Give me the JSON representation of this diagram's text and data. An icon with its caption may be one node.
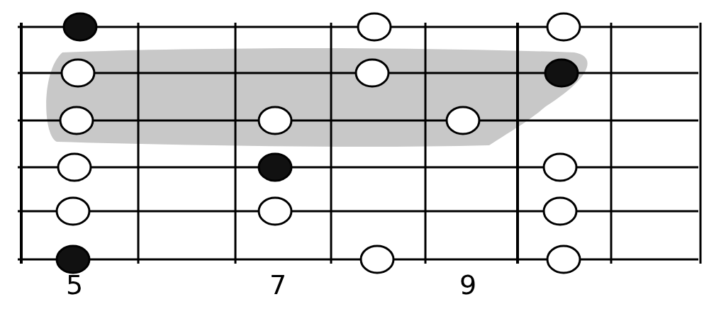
{
  "diagram": {
    "labels": [
      "5",
      "7",
      "9"
    ]
  }
}
